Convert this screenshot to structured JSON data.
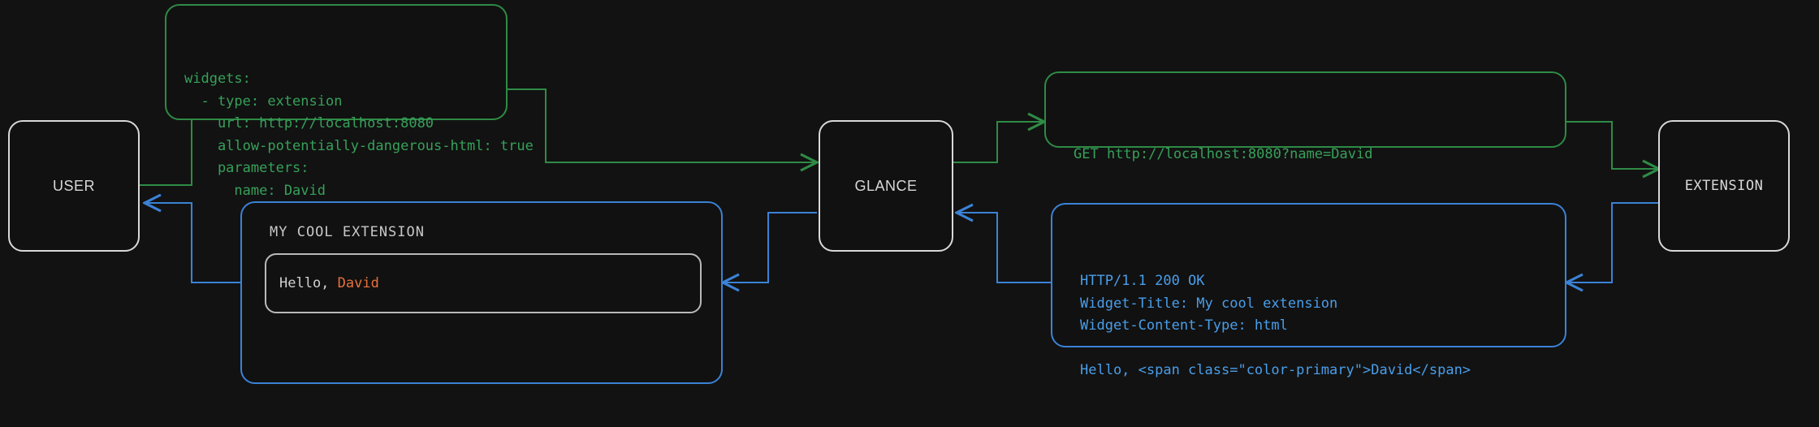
{
  "theme": {
    "background": "#121212",
    "node_border": "#d8d8d8",
    "node_text": "#d8d8d8",
    "request_green": "#37a05a",
    "response_blue": "#4a9eea",
    "accent_orange": "#e8713a",
    "widget_title": "#c8c8c8"
  },
  "nodes": [
    {
      "id": "user",
      "label": "USER"
    },
    {
      "id": "glance",
      "label": "GLANCE"
    },
    {
      "id": "extension",
      "label": "EXTENSION"
    }
  ],
  "messages": {
    "config_yaml": {
      "color": "#37a05a",
      "lines": [
        "widgets:",
        "  - type: extension",
        "    url: http://localhost:8080",
        "    allow-potentially-dangerous-html: true",
        "    parameters:",
        "      name: David"
      ],
      "text": "widgets:\n  - type: extension\n    url: http://localhost:8080\n    allow-potentially-dangerous-html: true\n    parameters:\n      name: David"
    },
    "http_request": {
      "color": "#37a05a",
      "text": "GET http://localhost:8080?name=David"
    },
    "http_response": {
      "color": "#4a9eea",
      "lines": [
        "HTTP/1.1 200 OK",
        "Widget-Title: My cool extension",
        "Widget-Content-Type: html",
        "",
        "Hello, <span class=\"color-primary\">David</span>"
      ],
      "text": "HTTP/1.1 200 OK\nWidget-Title: My cool extension\nWidget-Content-Type: html\n\nHello, <span class=\"color-primary\">David</span>"
    }
  },
  "rendered_widget": {
    "title": "MY COOL EXTENSION",
    "body_prefix": "Hello, ",
    "body_name": "David"
  }
}
